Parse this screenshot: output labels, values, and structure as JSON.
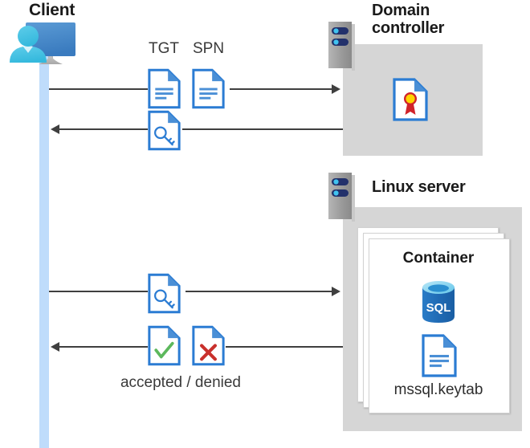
{
  "diagram": {
    "type": "sequence-diagram",
    "title_implicit": "Kerberos authentication for SQL Server on Linux container",
    "actors": {
      "client": {
        "label": "Client",
        "icon": "user-monitor-icon"
      },
      "domain_controller": {
        "label": "Domain controller",
        "icon": "server-rack-icon"
      },
      "linux_server": {
        "label": "Linux server",
        "icon": "server-rack-icon"
      }
    },
    "container": {
      "label": "Container",
      "items": [
        {
          "icon": "sql-database-icon",
          "label": "SQL"
        },
        {
          "icon": "document-icon",
          "label": "mssql.keytab"
        }
      ],
      "keytab_label": "mssql.keytab",
      "sql_label": "SQL"
    },
    "domain_controller_contents": [
      {
        "icon": "certificate-document-icon",
        "label": ""
      }
    ],
    "messages": [
      {
        "id": "msg-1",
        "direction": "right",
        "from": "client",
        "to": "domain_controller",
        "labels": [
          "TGT",
          "SPN"
        ],
        "icons": [
          "document-text-icon",
          "document-text-icon"
        ]
      },
      {
        "id": "msg-2",
        "direction": "left",
        "from": "domain_controller",
        "to": "client",
        "labels": [],
        "icons": [
          "document-key-icon"
        ]
      },
      {
        "id": "msg-3",
        "direction": "right",
        "from": "client",
        "to": "linux_server",
        "labels": [],
        "icons": [
          "document-key-icon"
        ]
      },
      {
        "id": "msg-4",
        "direction": "left",
        "from": "linux_server",
        "to": "client",
        "labels": [
          "accepted / denied"
        ],
        "icons": [
          "document-check-icon",
          "document-cross-icon"
        ]
      }
    ],
    "labels": {
      "tgt": "TGT",
      "spn": "SPN",
      "verdict": "accepted / denied"
    },
    "colors": {
      "accent_blue": "#2b7cd3",
      "doc_fold_blue": "#4a8fd6",
      "lifeline_blue": "#bfdcfb",
      "panel_gray": "#d6d6d6",
      "rack_gray": "#9b9b9b",
      "rack_navy": "#23316b",
      "rack_dot_cyan": "#41c3f0",
      "sql_blue": "#1f69b3",
      "check_green": "#5cb85c",
      "cross_red": "#c9302c",
      "cert_red": "#d0232a",
      "cert_gold": "#ffd400",
      "line_dark": "#3f3f3f",
      "text_dark": "#1a1a1a",
      "text_body": "#3a3a3a"
    }
  }
}
